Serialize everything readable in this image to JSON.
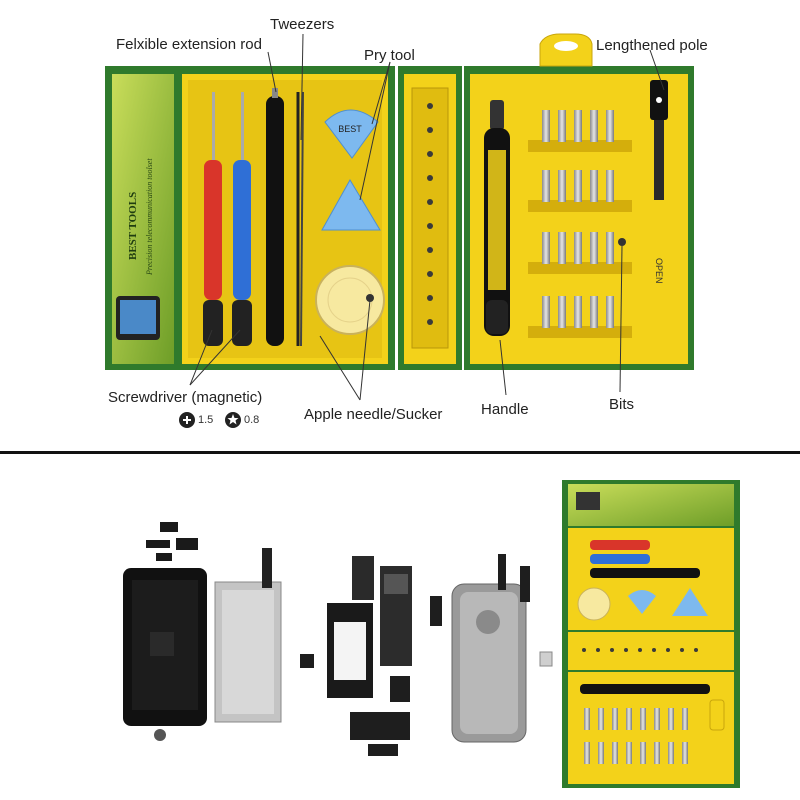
{
  "labels": {
    "extension_rod": "Felxible extension rod",
    "tweezers": "Tweezers",
    "pry_tool": "Pry tool",
    "lengthened_pole": "Lengthened pole",
    "screwdriver": "Screwdriver (magnetic)",
    "size_phillips": "1.5",
    "size_star": "0.8",
    "needle_sucker": "Apple needle/Sucker",
    "handle": "Handle",
    "bits": "Bits"
  },
  "branding": {
    "brand": "BEST TOOLS",
    "tagline": "Precision telecommunication toolset",
    "open": "OPEN",
    "pry_logo": "BEST"
  },
  "colors": {
    "case_green": "#2f7a2c",
    "tray_yellow": "#f3d21a",
    "tray_dark": "#d4ae0c",
    "panel_green": "#9fc23a",
    "handle_red": "#d9352a",
    "handle_blue": "#2f6fd6",
    "pry_blue": "#7db9ef"
  }
}
